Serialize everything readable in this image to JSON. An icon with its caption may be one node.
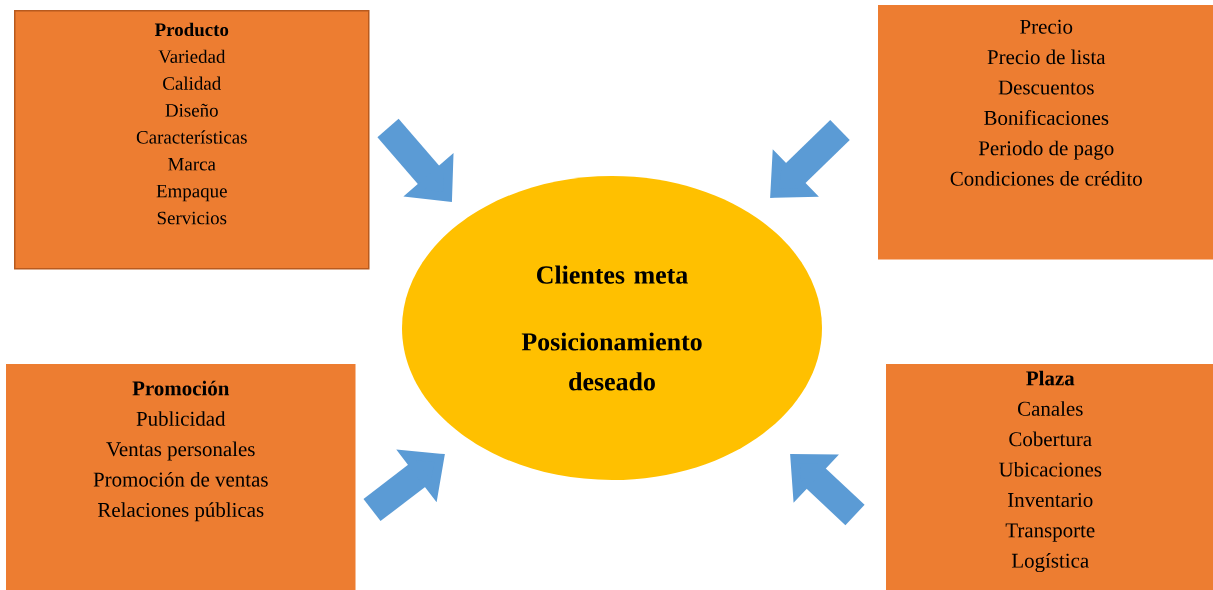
{
  "diagram": {
    "nodes": [
      {
        "text": [
          "Producto",
          "Variedad",
          "Calidad",
          "Diseño",
          "Características",
          "Marca",
          "Empaque",
          "Servicios"
        ]
      },
      {
        "text": [
          "Precio",
          "Precio de lista",
          "Descuentos",
          "Bonificaciones",
          "Periodo de pago",
          "Condiciones de crédito"
        ]
      },
      {
        "text": [
          "Clientes meta",
          "Posicionamiento deseado"
        ]
      },
      {
        "text": [
          "Promoción",
          "Publicidad",
          "Ventas personales",
          "Promoción de ventas",
          "Relaciones públicas"
        ]
      },
      {
        "text": [
          "Plaza",
          "Canales",
          "Cobertura",
          "Ubicaciones",
          "Inventario",
          "Transporte",
          "Logística"
        ]
      }
    ],
    "edges": [
      {
        "from": 0,
        "to": 2,
        "arrow": "to"
      },
      {
        "from": 1,
        "to": 2,
        "arrow": "to"
      },
      {
        "from": 3,
        "to": 2,
        "arrow": "to"
      },
      {
        "from": 4,
        "to": 2,
        "arrow": "to"
      }
    ]
  }
}
